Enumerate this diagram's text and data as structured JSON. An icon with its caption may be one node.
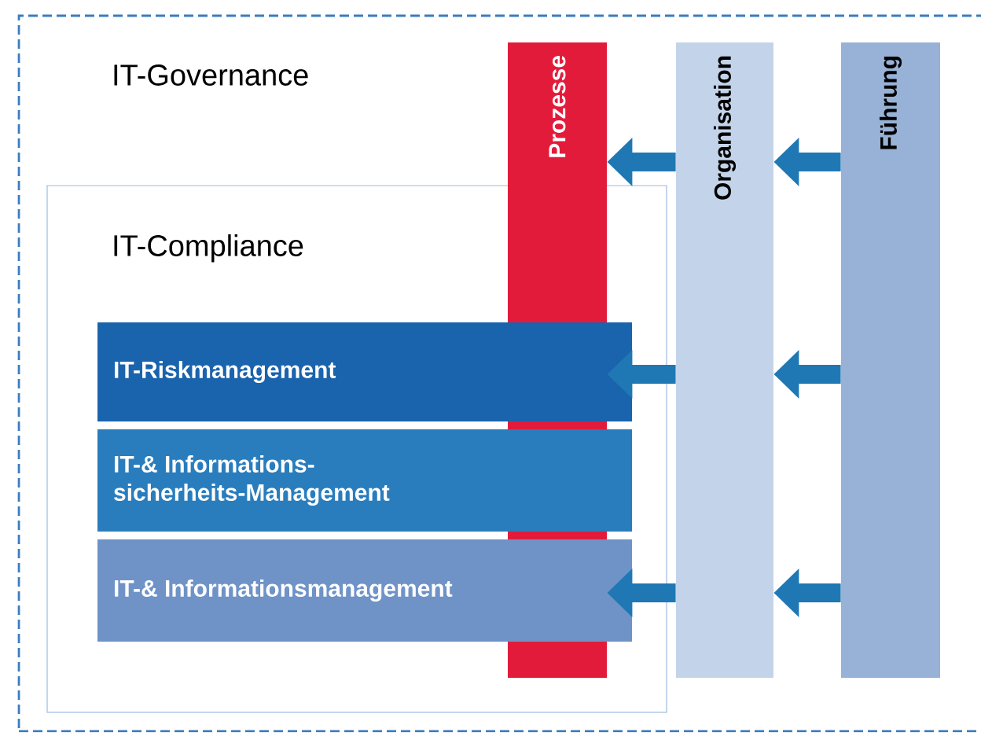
{
  "diagram": {
    "nodes": [
      {
        "text": [
          "IT-Governance"
        ]
      },
      {
        "text": [
          "IT-Compliance"
        ],
        "in": 0
      },
      {
        "text": [
          "IT-Riskmanagement"
        ],
        "in": 1
      },
      {
        "text": [
          "IT-& Informations- sicherheits-Management"
        ],
        "in": 1
      },
      {
        "text": [
          "IT-& Informationsmanagement"
        ],
        "in": 1
      },
      {
        "text": [
          "Prozesse"
        ],
        "in": 0
      },
      {
        "text": [
          "Organisation"
        ],
        "in": 0
      },
      {
        "text": [
          "Führung"
        ],
        "in": 0
      }
    ],
    "edges": [
      {
        "from": 7,
        "to": 6,
        "arrow": "to"
      },
      {
        "from": 7,
        "to": 6,
        "arrow": "to"
      },
      {
        "from": 7,
        "to": 6,
        "arrow": "to"
      },
      {
        "from": 6,
        "to": 5,
        "arrow": "to"
      },
      {
        "from": 6,
        "to": 5,
        "arrow": "to"
      },
      {
        "from": 6,
        "to": 5,
        "arrow": "to"
      }
    ]
  }
}
